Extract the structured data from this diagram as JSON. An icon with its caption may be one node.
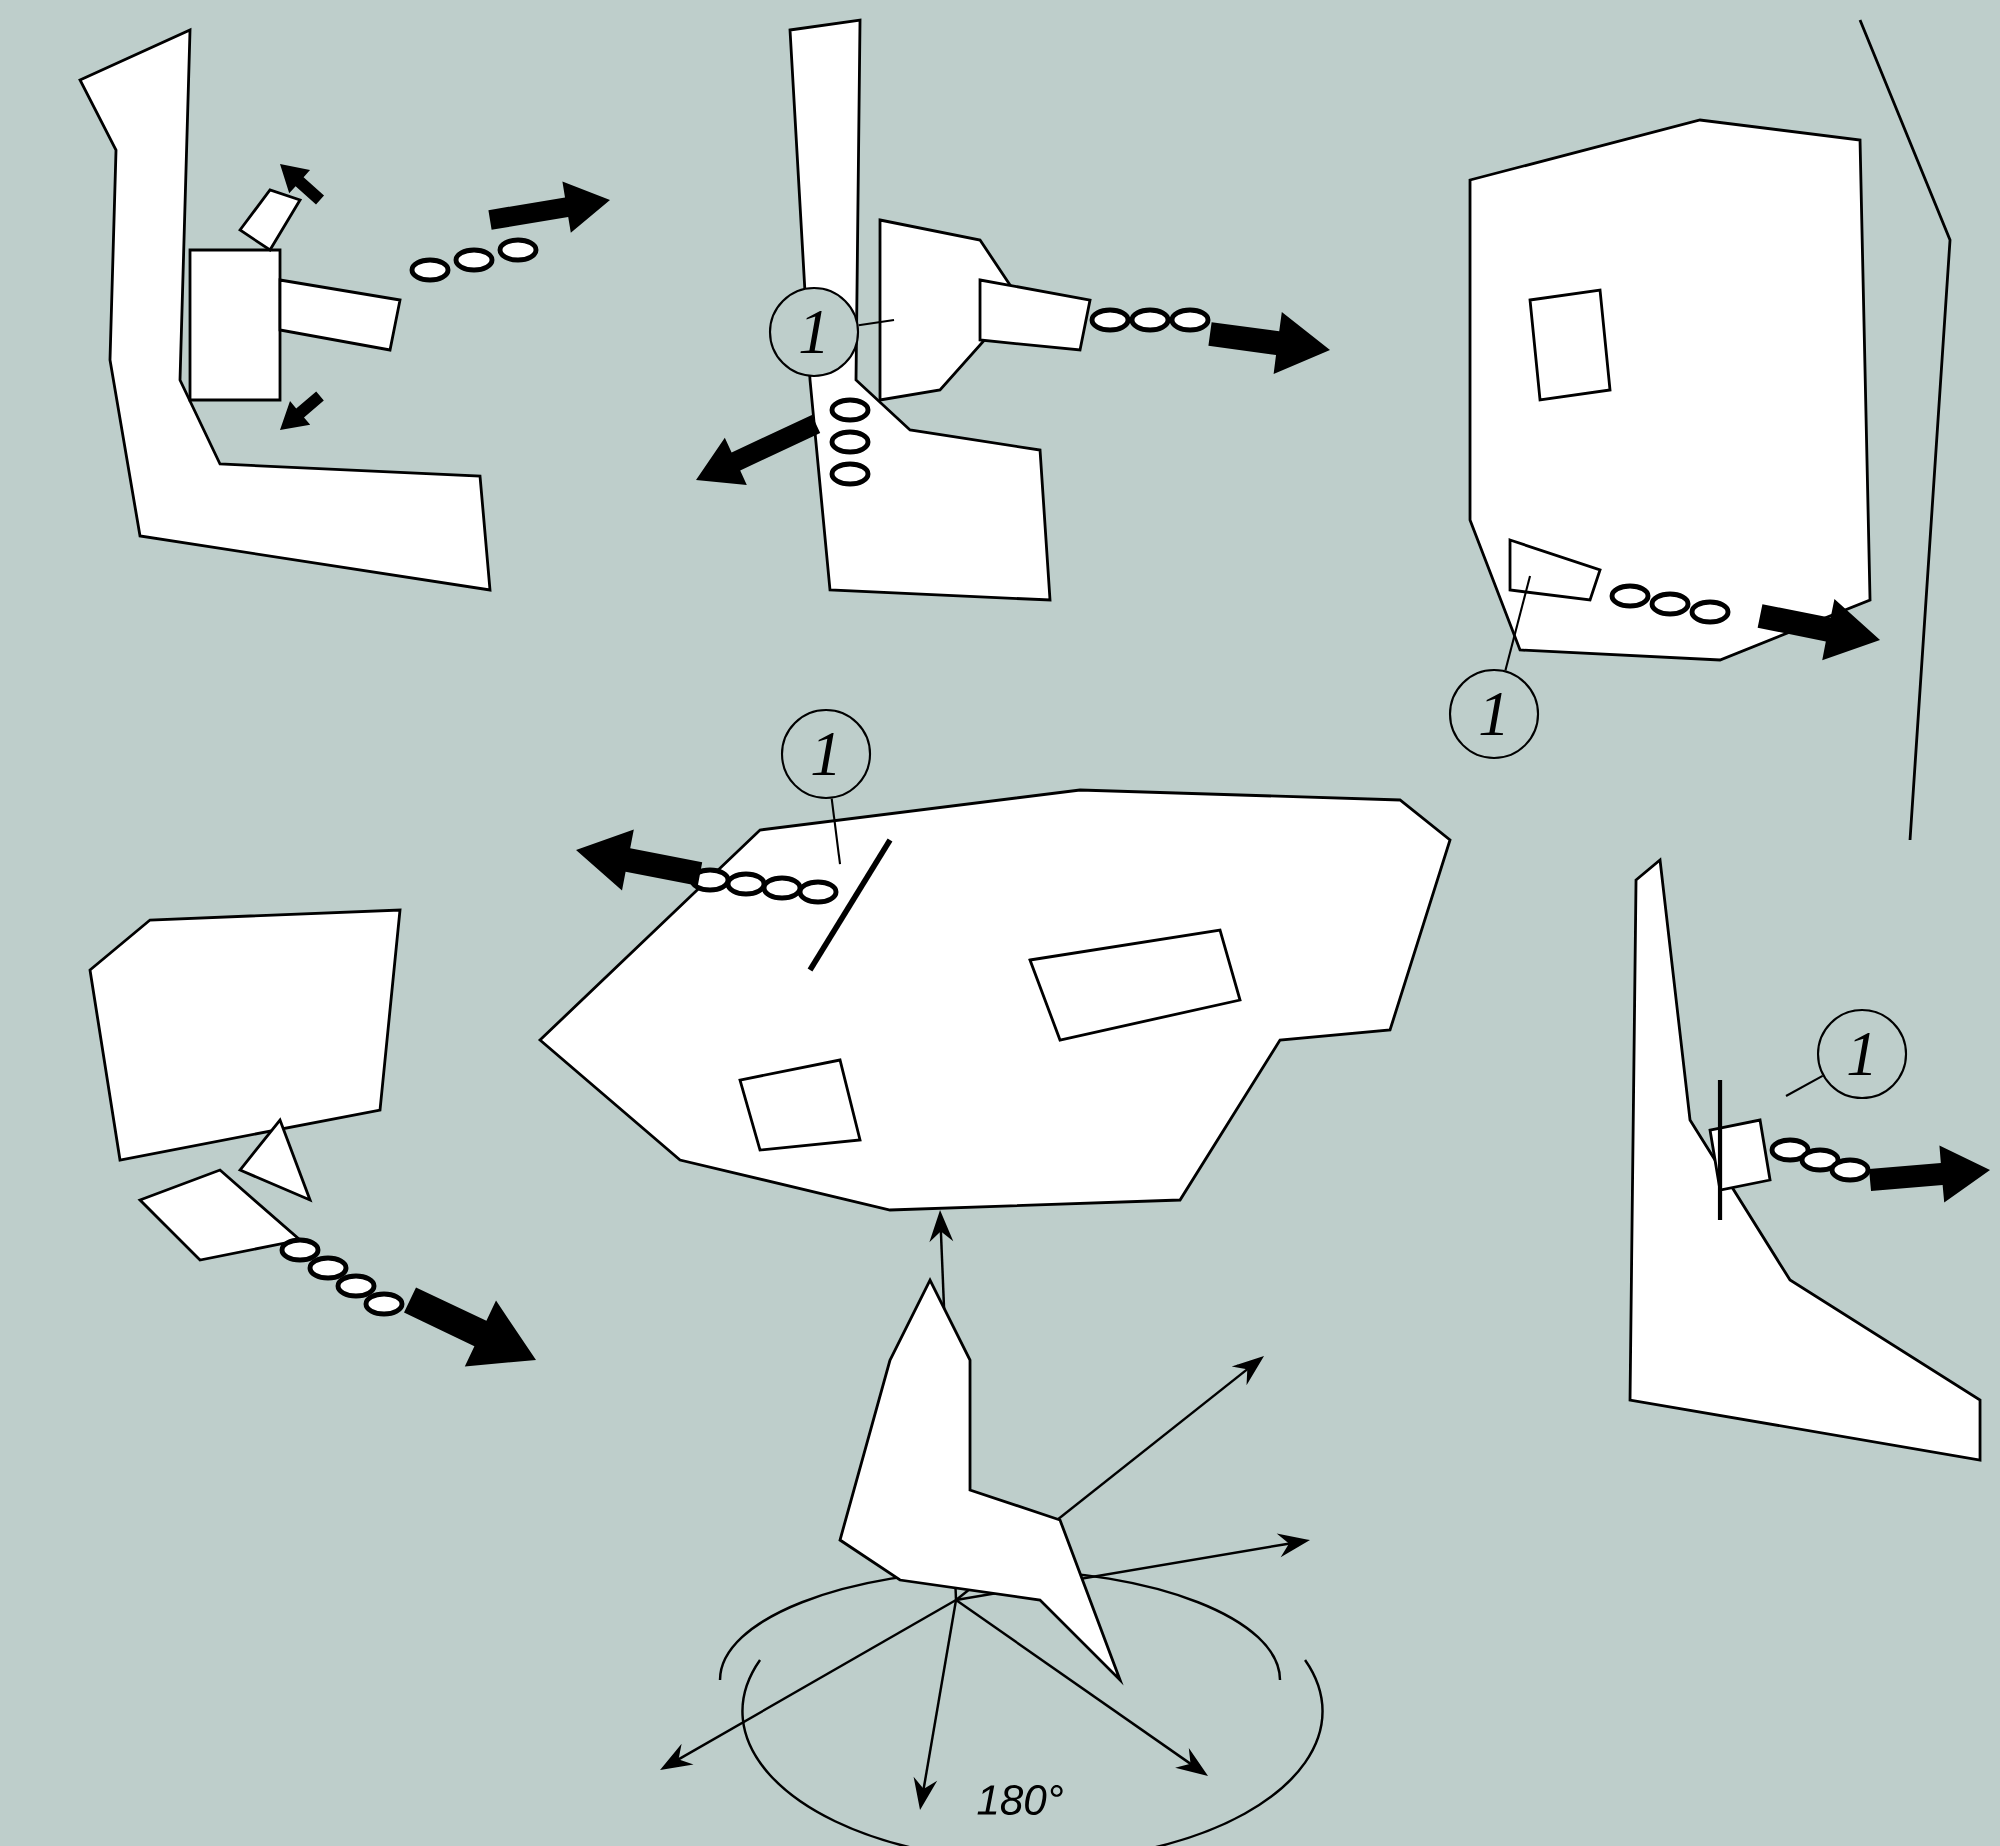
{
  "diagram": {
    "nodes": [
      {
        "text": [
          "1"
        ]
      },
      {
        "text": [
          "1"
        ]
      },
      {
        "text": [
          "1"
        ]
      },
      {
        "text": [
          "1"
        ]
      }
    ],
    "edges": [
      {
        "from": 0,
        "to": null,
        "arrow": "none"
      },
      {
        "from": 1,
        "to": null,
        "arrow": "none"
      },
      {
        "from": 2,
        "to": null,
        "arrow": "none"
      },
      {
        "from": 3,
        "to": null,
        "arrow": "none"
      }
    ],
    "labels": [
      "180°"
    ]
  }
}
